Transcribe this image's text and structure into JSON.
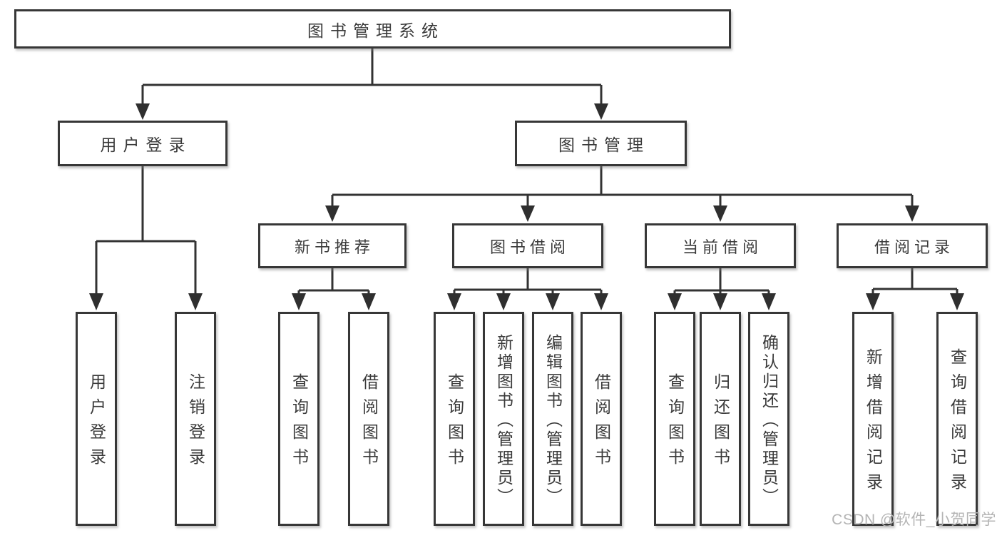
{
  "tree": {
    "root": {
      "label": "图书管理系统"
    },
    "branches": [
      {
        "label": "用户登录",
        "children": [
          {
            "label": "用户登录"
          },
          {
            "label": "注销登录"
          }
        ]
      },
      {
        "label": "图书管理",
        "children": [
          {
            "label": "新书推荐",
            "children": [
              {
                "label": "查询图书"
              },
              {
                "label": "借阅图书"
              }
            ]
          },
          {
            "label": "图书借阅",
            "children": [
              {
                "label": "查询图书"
              },
              {
                "label": "新增图书（管理员）"
              },
              {
                "label": "编辑图书（管理员）"
              },
              {
                "label": "借阅图书"
              }
            ]
          },
          {
            "label": "当前借阅",
            "children": [
              {
                "label": "查询图书"
              },
              {
                "label": "归还图书"
              },
              {
                "label": "确认归还（管理员）"
              }
            ]
          },
          {
            "label": "借阅记录",
            "children": [
              {
                "label": "新增借阅记录"
              },
              {
                "label": "查询借阅记录"
              }
            ]
          }
        ]
      }
    ]
  },
  "watermark": {
    "text": "CSDN @软件_小贺同学"
  },
  "colors": {
    "line": "#333333",
    "border": "#373737",
    "text": "#3a3a3a",
    "watermark": "#b4b4b4"
  }
}
